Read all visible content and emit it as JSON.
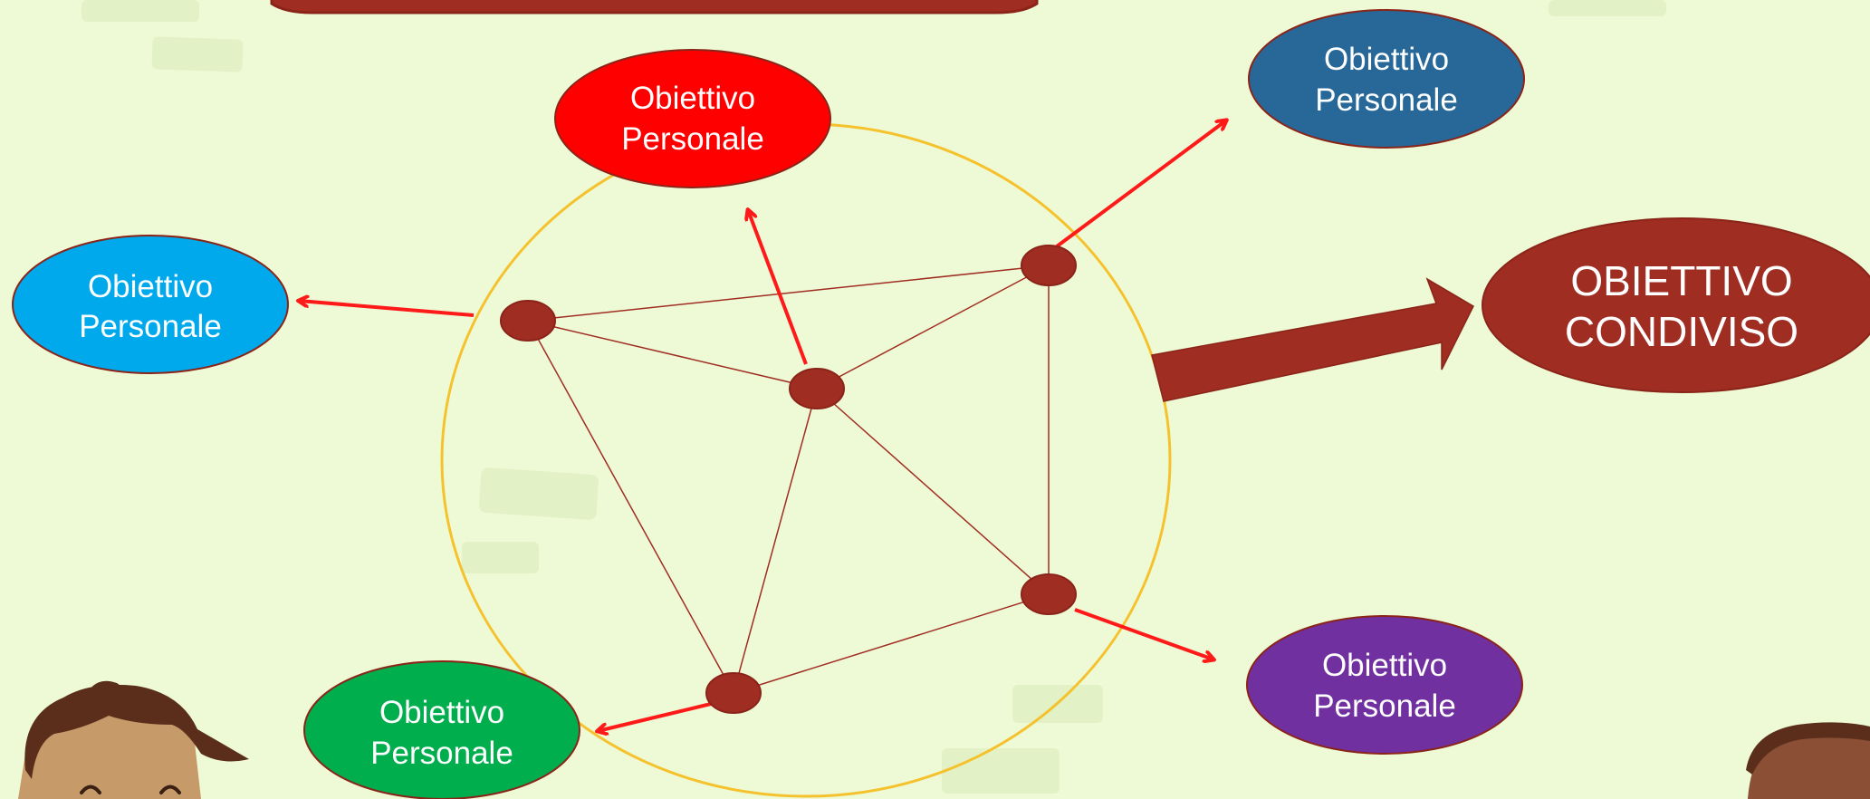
{
  "personal_goal": {
    "line1": "Obiettivo",
    "line2": "Personale"
  },
  "shared_goal": {
    "line1": "OBIETTIVO",
    "line2": "CONDIVISO"
  },
  "colors": {
    "background": "#eefad6",
    "node": "#a02d22",
    "circle": "#f5c22e",
    "arrow": "#ff1a1a",
    "goal_red": "#ff0000",
    "goal_dark_blue": "#276898",
    "goal_light_blue": "#00a9ec",
    "goal_green": "#00ae4d",
    "goal_purple": "#7030a0",
    "goal_shared": "#a02d22"
  }
}
